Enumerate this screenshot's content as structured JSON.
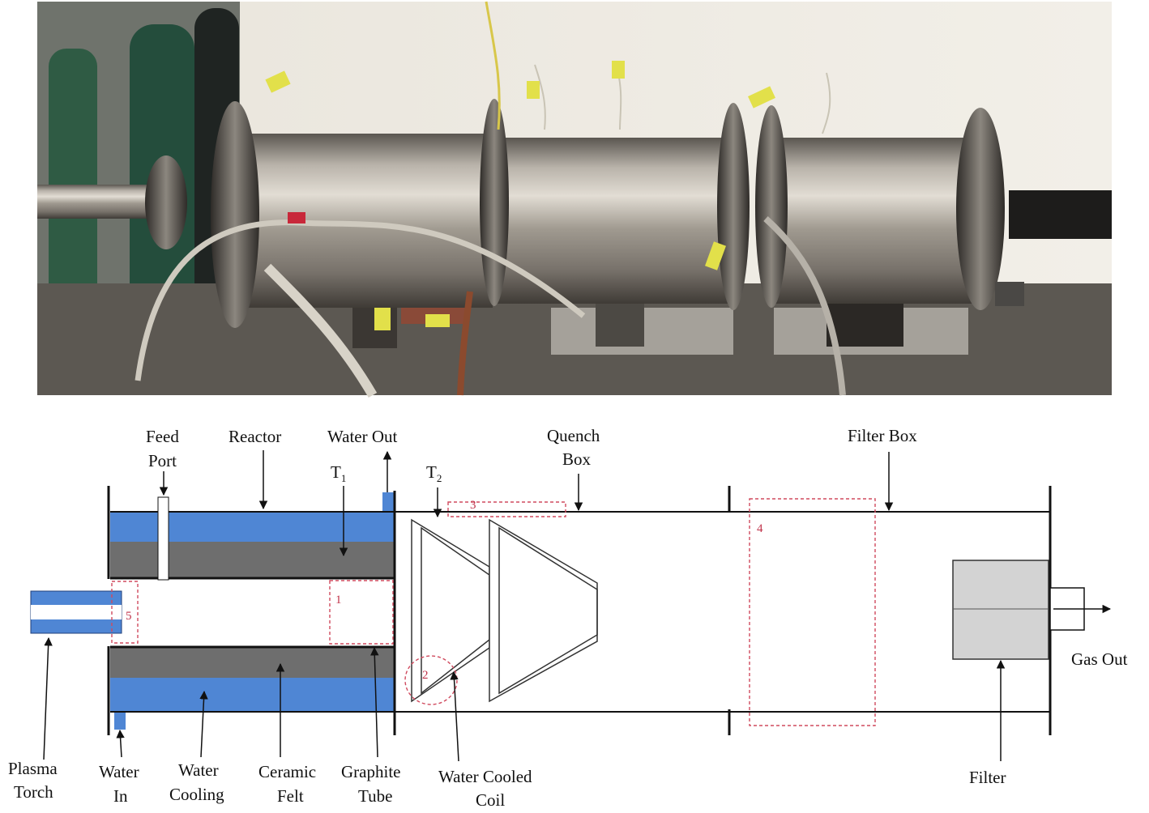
{
  "labels": {
    "feed_port_1": "Feed",
    "feed_port_2": "Port",
    "reactor": "Reactor",
    "water_out": "Water Out",
    "t1_letter": "T",
    "t1_sub": "1",
    "t2_letter": "T",
    "t2_sub": "2",
    "quench_box_1": "Quench",
    "quench_box_2": "Box",
    "filter_box": "Filter Box",
    "gas_out": "Gas Out",
    "plasma_torch_1": "Plasma",
    "plasma_torch_2": "Torch",
    "water_in_1": "Water",
    "water_in_2": "In",
    "water_cooling_1": "Water",
    "water_cooling_2": "Cooling",
    "ceramic_felt_1": "Ceramic",
    "ceramic_felt_2": "Felt",
    "graphite_tube_1": "Graphite",
    "graphite_tube_2": "Tube",
    "water_cooled_coil_1": "Water Cooled",
    "water_cooled_coil_2": "Coil",
    "filter": "Filter"
  },
  "zones": {
    "z1": "1",
    "z2": "2",
    "z3": "3",
    "z4": "4",
    "z5": "5"
  },
  "colors": {
    "water": "#4f86d4",
    "felt": "#6e6e6e",
    "filter": "#d3d3d3",
    "zone": "#d04a5e"
  },
  "photo": {
    "icon": "plasma-reactor-photo"
  }
}
